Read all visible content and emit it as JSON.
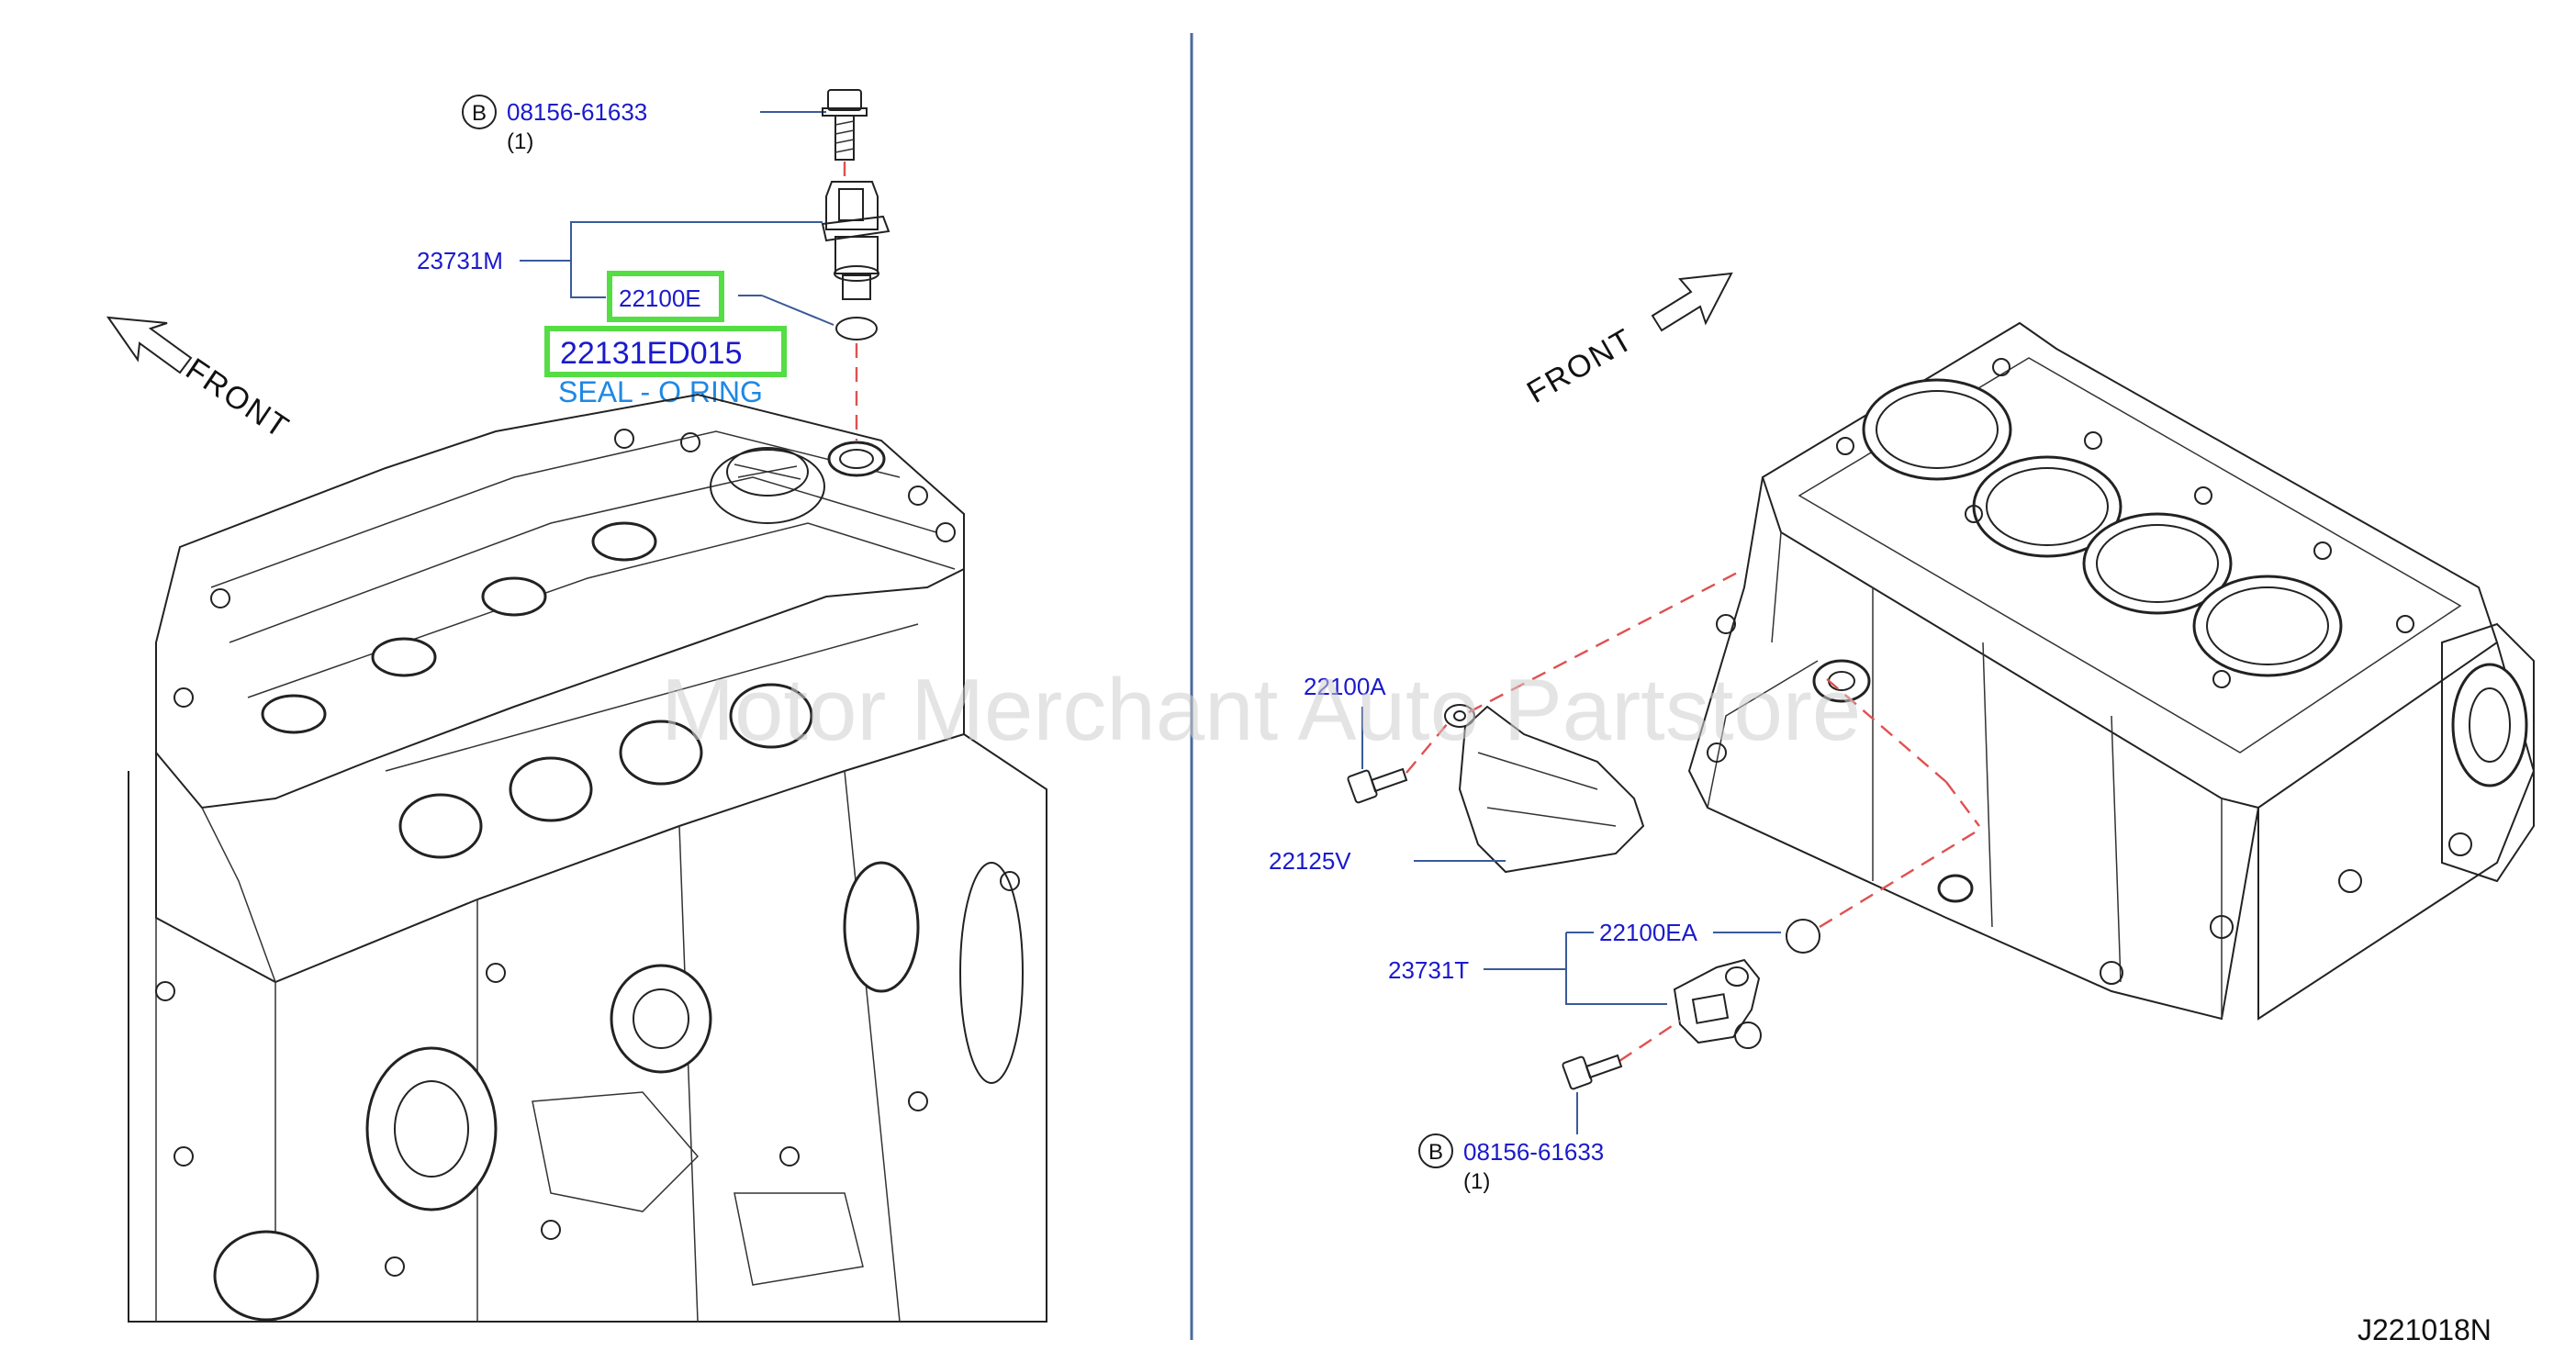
{
  "diagram": {
    "code": "J221018N",
    "watermark": "Motor Merchant Auto Partstore",
    "front_left": "FRONT",
    "front_right": "FRONT",
    "left": {
      "bolt_badge": "B",
      "bolt_part": "08156-61633",
      "bolt_qty": "(1)",
      "sensor_part": "23731M",
      "sensor_sub_part": "22100E",
      "oring_part": "22131ED015",
      "oring_desc": "SEAL - O RING"
    },
    "right": {
      "bolt_top_part": "22100A",
      "cover_part": "22125V",
      "seal_part": "22100EA",
      "sensor_part": "23731T",
      "bolt_badge": "B",
      "bolt_part": "08156-61633",
      "bolt_qty": "(1)"
    },
    "colors": {
      "label_blue": "#1a1acc",
      "highlight_green": "#55dd44",
      "dashed_red": "#e05050",
      "divider": "#4a6a9a"
    }
  }
}
